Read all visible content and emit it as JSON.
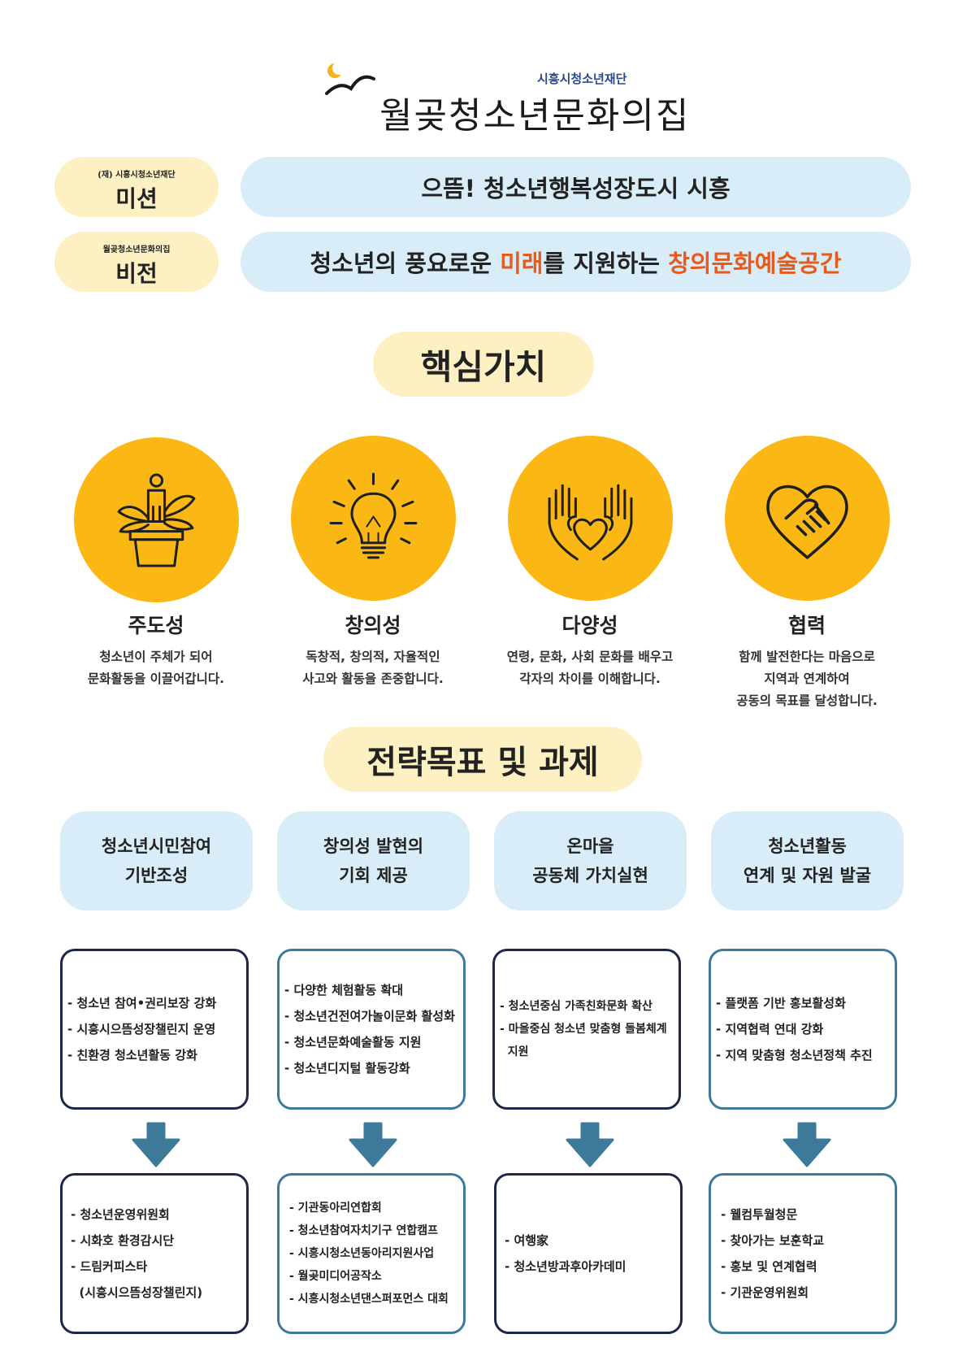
{
  "header": {
    "org_name": "시흥시청소년재단",
    "title": "월곶청소년문화의집"
  },
  "mission": {
    "small_label": "(재) 시흥시청소년재단",
    "label": "미션",
    "text": "으뜸! 청소년행복성장도시 시흥"
  },
  "vision": {
    "small_label": "월곶청소년문화의집",
    "label": "비전",
    "text_part1": "청소년의 풍요로운 ",
    "text_highlight1": "미래",
    "text_part2": "를 지원하는 ",
    "text_highlight2": "창의문화예술공간"
  },
  "colors": {
    "accent_orange": "#e85a1c",
    "circle_yellow": "#fbb814",
    "pill_yellow": "#fdf0c2",
    "pill_blue": "#d9edf8",
    "box_navy": "#1e2747",
    "box_teal": "#3d7a9a"
  },
  "core_values": {
    "title": "핵심가치",
    "items": [
      {
        "title": "주도성",
        "icon": "plant-person-icon",
        "desc": "청소년이 주체가 되어\n문화활동을 이끌어갑니다."
      },
      {
        "title": "창의성",
        "icon": "lightbulb-icon",
        "desc": "독창적, 창의적, 자율적인\n사고와 활동을 존중합니다."
      },
      {
        "title": "다양성",
        "icon": "hands-heart-icon",
        "desc": "연령, 문화, 사회 문화를 배우고\n각자의 차이를 이해합니다."
      },
      {
        "title": "협력",
        "icon": "handshake-heart-icon",
        "desc": "함께 발전한다는 마음으로\n지역과 연계하여\n공동의 목표를 달성합니다."
      }
    ]
  },
  "strategy": {
    "title": "전략목표 및 과제",
    "goals": [
      {
        "line1": "청소년시민참여",
        "line2": "기반조성"
      },
      {
        "line1": "창의성 발현의",
        "line2": "기회 제공"
      },
      {
        "line1": "온마을",
        "line2": "공동체 가치실현"
      },
      {
        "line1": "청소년활동",
        "line2": "연계 및 자원 발굴"
      }
    ],
    "tasks": [
      [
        "- 청소년 참여•권리보장 강화",
        "- 시흥시으뜸성장챌린지 운영",
        "- 친환경 청소년활동 강화"
      ],
      [
        "- 다양한 체험활동 확대",
        "- 청소년건전여가놀이문화 활성화",
        "- 청소년문화예술활동 지원",
        "- 청소년디지털 활동강화"
      ],
      [
        "- 청소년중심 가족친화문화 확산",
        "- 마을중심 청소년 맞춤형 돌봄체계",
        "  지원"
      ],
      [
        "- 플랫폼 기반 홍보활성화",
        "- 지역협력 연대 강화",
        "- 지역 맞춤형 청소년정책 추진"
      ]
    ],
    "programs": [
      [
        "- 청소년운영위원회",
        "- 시화호 환경감시단",
        "- 드림커피스타",
        "  (시흥시으뜸성장챌린지)"
      ],
      [
        "- 기관동아리연합회",
        "- 청소년참여자치기구 연합캠프",
        "- 시흥시청소년동아리지원사업",
        "- 월곶미디어공작소",
        "- 시흥시청소년댄스퍼포먼스 대회"
      ],
      [
        "- 여행家",
        "- 청소년방과후아카데미"
      ],
      [
        "- 웰컴투월청문",
        "- 찾아가는 보훈학교",
        "- 홍보 및 연계협력",
        "- 기관운영위원회"
      ]
    ]
  }
}
